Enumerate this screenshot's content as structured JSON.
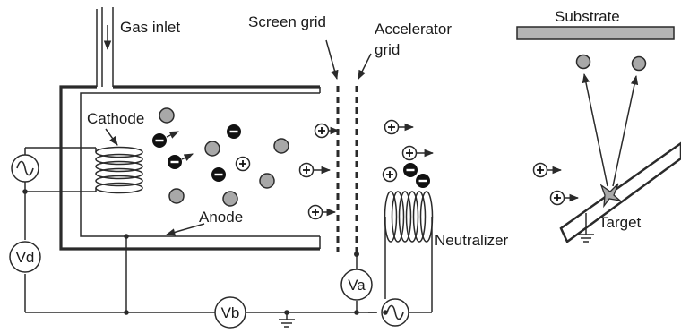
{
  "labels": {
    "gas_inlet": "Gas inlet",
    "screen_grid": "Screen grid",
    "accelerator_line1": "Accelerator",
    "accelerator_line2": "grid",
    "substrate": "Substrate",
    "cathode": "Cathode",
    "anode": "Anode",
    "neutralizer": "Neutralizer",
    "target": "Target"
  },
  "meters": {
    "vd": "Vd",
    "vb": "Vb",
    "va": "Va"
  },
  "colors": {
    "line": "#2a2a2a",
    "atom_fill": "#a8a8a8",
    "electron_fill": "#111111",
    "ion_fill": "#ffffff",
    "substrate_fill": "#b5b5b5"
  }
}
